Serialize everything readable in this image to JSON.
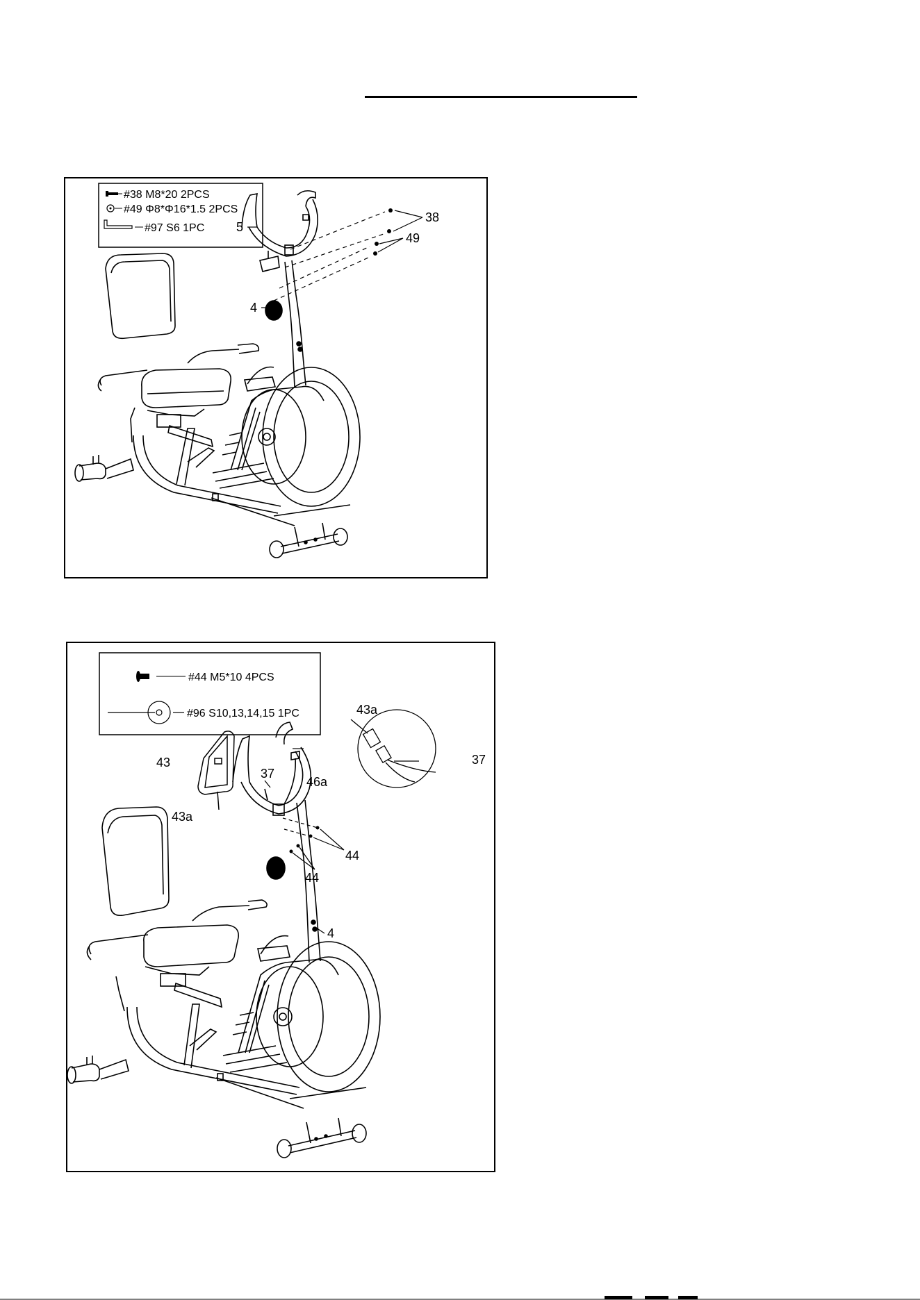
{
  "step1": {
    "hardware": [
      {
        "icon": "bolt-icon",
        "text": "#38  M8*20 2PCS"
      },
      {
        "icon": "washer-icon",
        "text": "#49 Φ8*Φ16*1.5 2PCS"
      },
      {
        "icon": "allen-key-icon",
        "text": "#97 S6 1PC"
      }
    ],
    "callouts": {
      "c5": "5",
      "c38": "38",
      "c49": "49",
      "c4": "4"
    }
  },
  "step2": {
    "hardware": [
      {
        "icon": "screw-icon",
        "text": "#44 M5*10 4PCS"
      },
      {
        "icon": "multi-wrench-icon",
        "text": "#96 S10,13,14,15 1PC"
      }
    ],
    "callouts": {
      "c43": "43",
      "c43a": "43a",
      "c37": "37",
      "c46a": "46a",
      "c44a": "44",
      "c44b": "44",
      "c4": "4",
      "detail_43a": "43a",
      "detail_37": "37"
    }
  }
}
